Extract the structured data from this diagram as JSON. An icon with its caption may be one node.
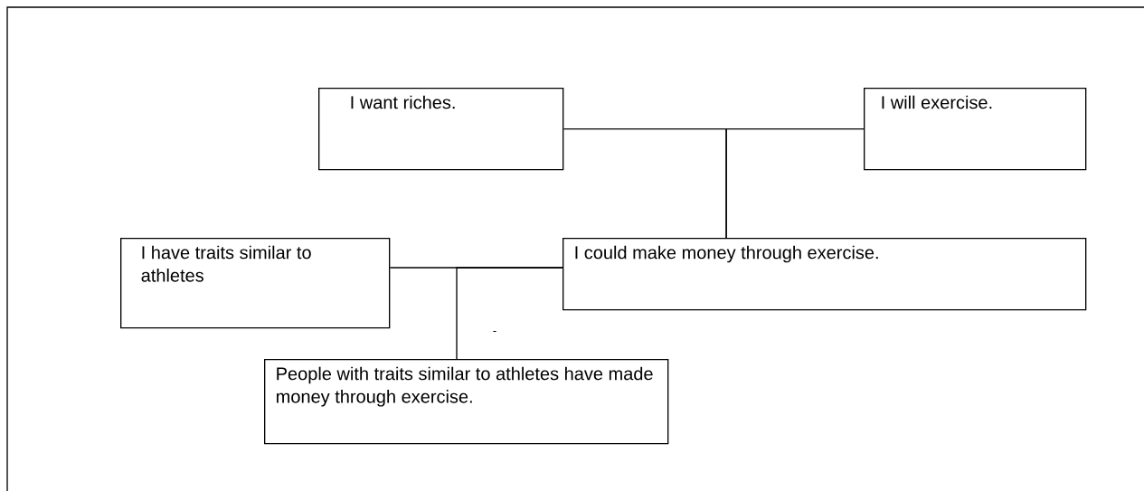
{
  "diagram": {
    "nodes": [
      {
        "text": [
          "I want riches."
        ]
      },
      {
        "text": [
          "I will exercise."
        ]
      },
      {
        "text": [
          "I could make money through exercise."
        ]
      },
      {
        "text": [
          "I have traits similar to athletes"
        ]
      },
      {
        "text": [
          "People with traits similar to athletes have made money through exercise."
        ]
      }
    ],
    "edges": [
      {
        "from": 0,
        "to": 2,
        "arrow": "none"
      },
      {
        "from": 1,
        "to": 2,
        "arrow": "none"
      },
      {
        "from": 3,
        "to": 2,
        "arrow": "none"
      },
      {
        "from": 4,
        "to": 2,
        "arrow": "none"
      }
    ],
    "labels": [
      "-"
    ]
  }
}
